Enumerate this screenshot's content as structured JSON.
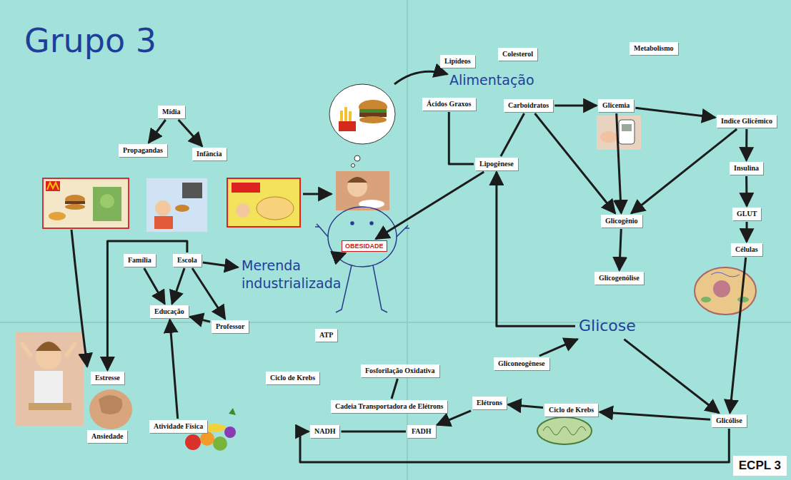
{
  "diagram": {
    "title": "Grupo 3",
    "nodes": [
      {
        "text": [
          "Mídia"
        ]
      },
      {
        "text": [
          "Propagandas"
        ]
      },
      {
        "text": [
          "Infância"
        ]
      },
      {
        "text": [
          "Família"
        ]
      },
      {
        "text": [
          "Escola"
        ]
      },
      {
        "text": [
          "Educação"
        ]
      },
      {
        "text": [
          "Professor"
        ]
      },
      {
        "text": [
          "Merenda industrializada"
        ]
      },
      {
        "text": [
          "OBESIDADE"
        ]
      },
      {
        "text": [
          "Alimentação"
        ]
      },
      {
        "text": [
          "Lipídeos"
        ]
      },
      {
        "text": [
          "Colesterol"
        ]
      },
      {
        "text": [
          "Metabolismo"
        ]
      },
      {
        "text": [
          "Ácidos Graxos"
        ]
      },
      {
        "text": [
          "Carboidratos"
        ]
      },
      {
        "text": [
          "Glicemia"
        ]
      },
      {
        "text": [
          "Indice Glicêmico"
        ]
      },
      {
        "text": [
          "Lipogênese"
        ]
      },
      {
        "text": [
          "Insulina"
        ]
      },
      {
        "text": [
          "GLUT"
        ]
      },
      {
        "text": [
          "Células"
        ]
      },
      {
        "text": [
          "Glicogênio"
        ]
      },
      {
        "text": [
          "Glicogenólise"
        ]
      },
      {
        "text": [
          "Glicose"
        ]
      },
      {
        "text": [
          "Gliconeogênese"
        ]
      },
      {
        "text": [
          "ATP"
        ]
      },
      {
        "text": [
          "Fosforilação Oxidativa"
        ]
      },
      {
        "text": [
          "Ciclo de Krebs"
        ]
      },
      {
        "text": [
          "Cadeia Transportadora de Elétrons"
        ]
      },
      {
        "text": [
          "Elétrons"
        ]
      },
      {
        "text": [
          "Ciclo de Krebs"
        ]
      },
      {
        "text": [
          "Glicólise"
        ]
      },
      {
        "text": [
          "NADH"
        ]
      },
      {
        "text": [
          "FADH"
        ]
      },
      {
        "text": [
          "Estresse"
        ]
      },
      {
        "text": [
          "Ansiedade"
        ]
      },
      {
        "text": [
          "Atividade Física"
        ]
      }
    ],
    "edges": [
      {
        "from": 0,
        "to": 1,
        "arrow": "to"
      },
      {
        "from": 0,
        "to": 2,
        "arrow": "to"
      },
      {
        "from": 3,
        "to": 5,
        "arrow": "to"
      },
      {
        "from": 4,
        "to": 5,
        "arrow": "to"
      },
      {
        "from": 4,
        "to": 6,
        "arrow": "to"
      },
      {
        "from": 6,
        "to": 5,
        "arrow": "to"
      },
      {
        "from": 4,
        "to": 7,
        "arrow": "to"
      },
      {
        "from": 36,
        "to": 5,
        "arrow": "to"
      },
      {
        "from": 4,
        "to": 34,
        "arrow": "to"
      },
      {
        "from": 7,
        "to": 8,
        "arrow": "to"
      },
      {
        "from": 13,
        "to": 17,
        "arrow": "none"
      },
      {
        "from": 14,
        "to": 17,
        "arrow": "none"
      },
      {
        "from": 17,
        "to": 8,
        "arrow": "to"
      },
      {
        "from": 14,
        "to": 15,
        "arrow": "to"
      },
      {
        "from": 15,
        "to": 16,
        "arrow": "to"
      },
      {
        "from": 16,
        "to": 18,
        "arrow": "to"
      },
      {
        "from": 18,
        "to": 19,
        "arrow": "to"
      },
      {
        "from": 19,
        "to": 20,
        "arrow": "to"
      },
      {
        "from": 14,
        "to": 21,
        "arrow": "to"
      },
      {
        "from": 15,
        "to": 21,
        "arrow": "to"
      },
      {
        "from": 16,
        "to": 21,
        "arrow": "to"
      },
      {
        "from": 21,
        "to": 22,
        "arrow": "to"
      },
      {
        "from": 23,
        "to": 17,
        "arrow": "to"
      },
      {
        "from": 24,
        "to": 23,
        "arrow": "to"
      },
      {
        "from": 23,
        "to": 31,
        "arrow": "to"
      },
      {
        "from": 20,
        "to": 31,
        "arrow": "to"
      },
      {
        "from": 31,
        "to": 30,
        "arrow": "to"
      },
      {
        "from": 30,
        "to": 29,
        "arrow": "to"
      },
      {
        "from": 29,
        "to": 33,
        "arrow": "to"
      },
      {
        "from": 31,
        "to": 32,
        "arrow": "to"
      },
      {
        "from": 26,
        "to": 28,
        "arrow": "none"
      },
      {
        "from": 32,
        "to": 33,
        "arrow": "none"
      }
    ],
    "labels": [
      "ECPL 3"
    ]
  }
}
